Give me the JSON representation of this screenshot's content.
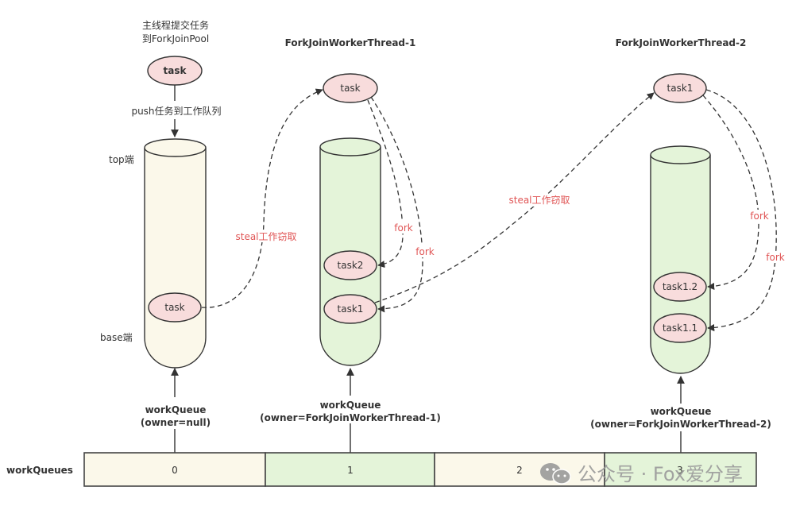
{
  "colors": {
    "cream": "#fbf8ea",
    "green": "#e4f4d9",
    "task_pink": "#f8dcdc",
    "stroke": "#333333",
    "accent_red": "#e05555",
    "watermark": "#9a9a9a"
  },
  "main_thread": {
    "caption_line1": "主线程提交任务",
    "caption_line2": "到ForkJoinPool",
    "task_label": "task",
    "push_label": "push任务到工作队列"
  },
  "queue0": {
    "top_label": "top端",
    "base_label": "base端",
    "task_label": "task",
    "title_line1": "workQueue",
    "title_line2": "(owner=null)"
  },
  "thread1": {
    "title": "ForkJoinWorkerThread-1",
    "task_label": "task",
    "queue_tasks": [
      "task2",
      "task1"
    ],
    "fork_labels": [
      "fork",
      "fork"
    ],
    "queue_title_line1": "workQueue",
    "queue_title_line2": "(owner=ForkJoinWorkerThread-1)"
  },
  "thread2": {
    "title": "ForkJoinWorkerThread-2",
    "task_label": "task1",
    "queue_tasks": [
      "task1.2",
      "task1.1"
    ],
    "fork_labels": [
      "fork",
      "fork"
    ],
    "queue_title_line1": "workQueue",
    "queue_title_line2": "(owner=ForkJoinWorkerThread-2)"
  },
  "steal_labels": [
    "steal工作窃取",
    "steal工作窃取"
  ],
  "work_queues": {
    "label": "workQueues",
    "cells": [
      "0",
      "1",
      "2",
      "3"
    ]
  },
  "watermark": {
    "icon": "wechat-icon",
    "text": "公众号 · Fox爱分享"
  }
}
